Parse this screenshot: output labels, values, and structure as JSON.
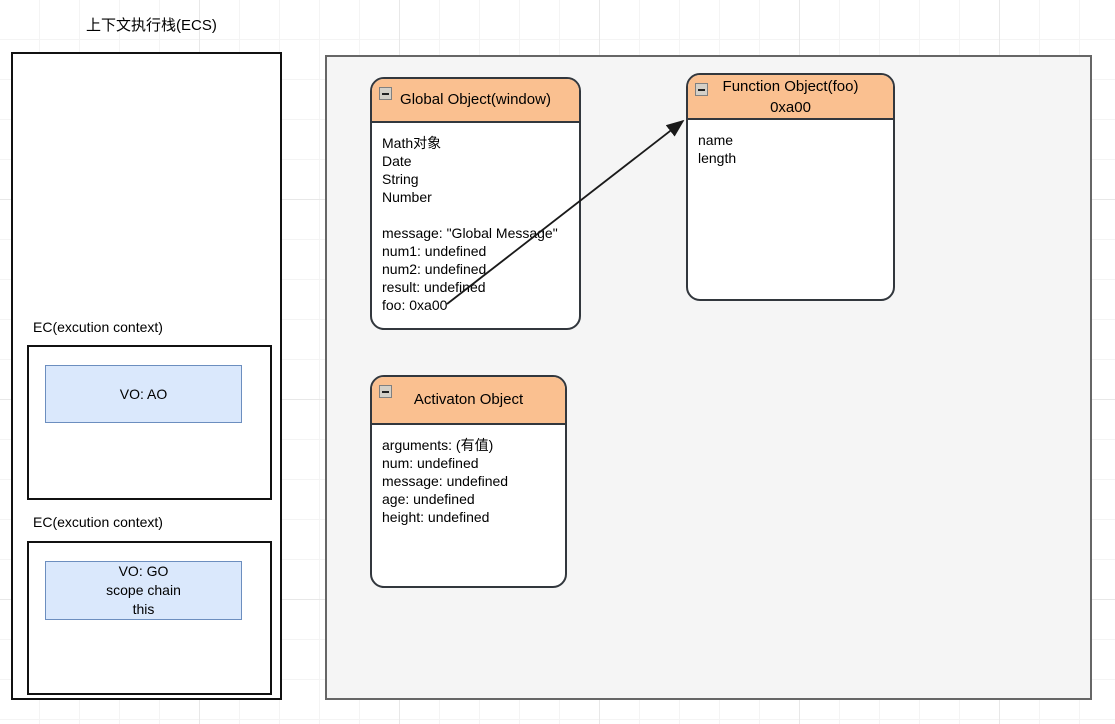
{
  "diagram": {
    "title": "上下文执行栈(ECS)",
    "colors": {
      "header_orange": "#fac090",
      "vo_blue_fill": "#dae8fc",
      "vo_blue_border": "#6c8ebf",
      "container_gray": "#f5f5f5",
      "stroke_dark": "#32373d"
    }
  },
  "stack_panel": {
    "contexts": [
      {
        "label": "EC(excution context)",
        "vo_lines": [
          "VO: AO"
        ]
      },
      {
        "label": "EC(excution context)",
        "vo_lines": [
          "VO: GO",
          "scope chain",
          "this"
        ]
      }
    ]
  },
  "objects": {
    "global": {
      "title": "Global Object(window)",
      "collapse_icon": "minus-icon",
      "builtins": [
        "Math对象",
        "Date",
        "String",
        "Number"
      ],
      "properties": [
        "message: \"Global Message\"",
        "num1: undefined",
        "num2: undefined",
        "result: undefined",
        "foo: 0xa00"
      ]
    },
    "function": {
      "title_line1": "Function Object(foo)",
      "title_line2": "0xa00",
      "collapse_icon": "minus-icon",
      "properties": [
        "name",
        "length"
      ]
    },
    "activation": {
      "title": "Activaton Object",
      "collapse_icon": "minus-icon",
      "properties": [
        "arguments: (有值)",
        "num: undefined",
        "message: undefined",
        "age: undefined",
        "height: undefined"
      ]
    }
  },
  "arrow": {
    "name": "foo-reference-arrow",
    "from": "foo: 0xa00",
    "to": "Function Object(foo)"
  }
}
